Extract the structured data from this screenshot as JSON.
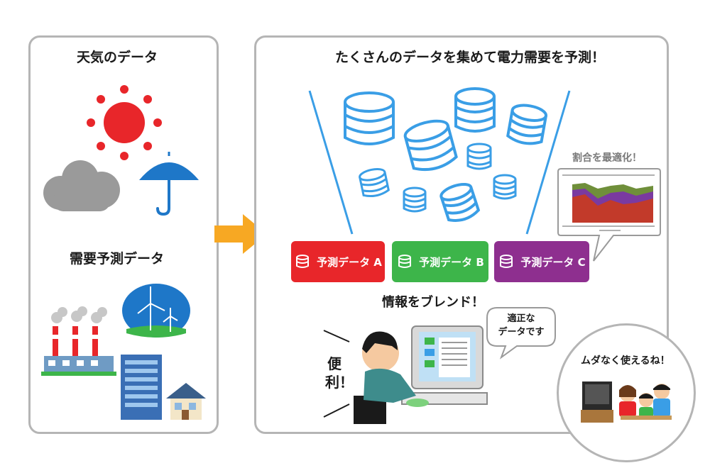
{
  "left": {
    "weather_title": "天気のデータ",
    "demand_title": "需要予測データ"
  },
  "right": {
    "main_title": "たくさんのデータを集めて電力需要を予測！",
    "optimize_label": "割合を最適化！",
    "blend_label": "情報をブレンド！",
    "convenient_label": "便利！",
    "speech_line1": "適正な",
    "speech_line2": "データです",
    "circle_label": "ムダなく使えるね！"
  },
  "buttons": [
    {
      "label": "予測データ A",
      "color": "#e8262a"
    },
    {
      "label": "予測データ B",
      "color": "#3db54a"
    },
    {
      "label": "予測データ C",
      "color": "#8e2f8f"
    }
  ],
  "colors": {
    "panel_border": "#b5b5b5",
    "arrow": "#f7a823",
    "database_blue": "#3a9ee6",
    "sun_red": "#e8262a",
    "umbrella_blue": "#1e77c8"
  }
}
